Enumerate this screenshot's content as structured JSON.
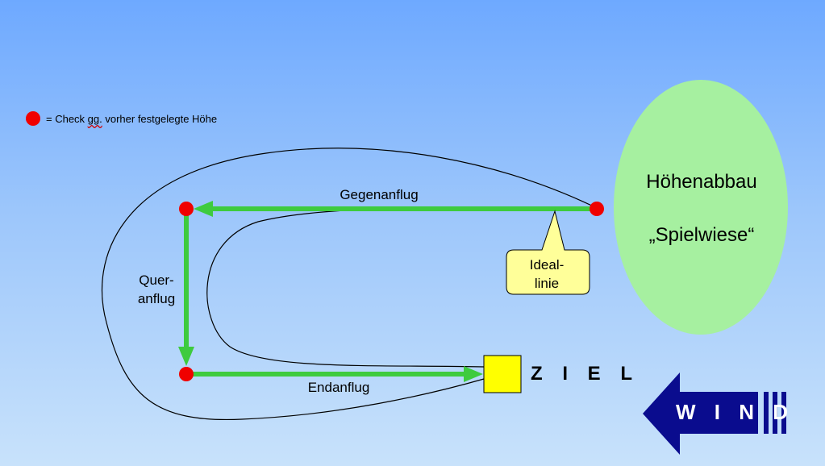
{
  "legend": {
    "prefix": "= Check ",
    "squiggly": "gg.",
    "rest": " vorher festgelegte Höhe"
  },
  "labels": {
    "gegenanflug": "Gegenanflug",
    "queranflug_line1": "Quer-",
    "queranflug_line2": "anflug",
    "endanflug": "Endanflug",
    "ziel": "Z I E L"
  },
  "callout": {
    "line1": "Ideal-",
    "line2": "linie"
  },
  "zone": {
    "line1": "Höhenabbau",
    "line2": "„Spielwiese“"
  },
  "wind": {
    "label": "W I N D"
  },
  "colors": {
    "path_green": "#3ecb3e",
    "check_red": "#f00000",
    "zone_fill": "#a6f0a0",
    "target_yellow": "#ffff00",
    "callout_fill": "#ffff99",
    "wind_arrow": "#0a0c8e"
  }
}
